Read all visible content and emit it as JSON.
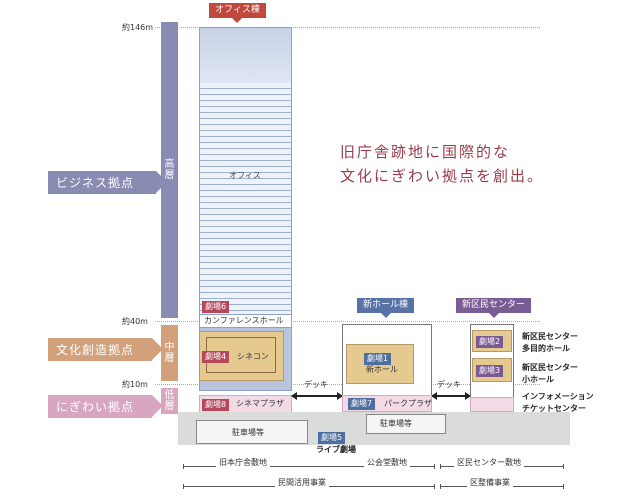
{
  "levels": {
    "top": "約146m",
    "mid": "約40m",
    "low": "約10m"
  },
  "categories": {
    "business": "ビジネス拠点",
    "culture": "文化創造拠点",
    "nigiwai": "にぎわい拠点"
  },
  "zones": {
    "high": [
      "高",
      "層"
    ],
    "mid": [
      "中",
      "層"
    ],
    "low": [
      "低",
      "層"
    ]
  },
  "headers": {
    "office_tower": "オフィス棟",
    "new_hall": "新ホール棟",
    "ward_center": "新区民センター"
  },
  "tower": {
    "office": "オフィス",
    "theater6": "劇場6",
    "conference": "カンファレンスホール",
    "theater4": "劇場4",
    "cinecon": "シネコン",
    "theater8": "劇場8",
    "cinema_plaza": "シネマプラザ"
  },
  "hall": {
    "theater1": "劇場1",
    "new_hall_label": "新ホール",
    "theater7": "劇場7",
    "park_plaza": "パークプラザ",
    "parking": "駐車場等",
    "theater5": "劇場5",
    "live": "ライブ劇場"
  },
  "center": {
    "theater2": "劇場2",
    "theater3": "劇場3",
    "t2_desc_1": "新区民センター",
    "t2_desc_2": "多目的ホール",
    "t3_desc_1": "新区民センター",
    "t3_desc_2": "小ホール",
    "info_1": "インフォメーション",
    "info_2": "チケットセンター"
  },
  "deck": {
    "left": "デッキ",
    "right": "デッキ"
  },
  "parking_left": "駐車場等",
  "catchphrase": [
    "旧庁舎跡地に国際的な",
    "文化にぎわい拠点を創出。"
  ],
  "sites": {
    "old_office": "旧本庁舎敷地",
    "public_hall": "公会堂敷地",
    "ward_center_site": "区民センター敷地"
  },
  "projects": {
    "private": "民間活用事業",
    "ward": "区整備事業"
  },
  "colors": {
    "business": "#8a8bb2",
    "culture": "#d2a07a",
    "nigiwai": "#d8a6c0",
    "accent_red": "#c0483f",
    "accent_blue": "#5872a6",
    "accent_purple": "#7a5c95"
  }
}
